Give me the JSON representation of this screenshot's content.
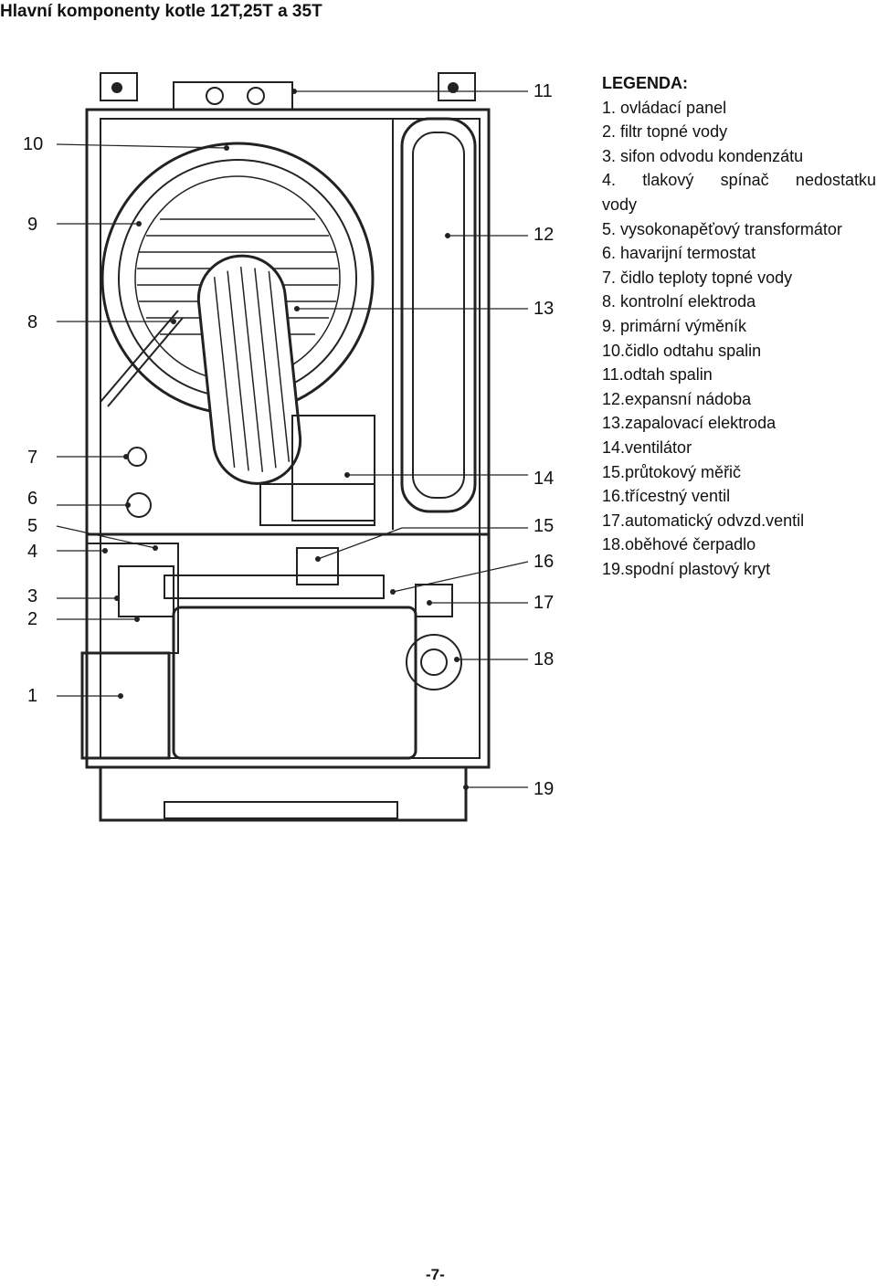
{
  "title": "Hlavní komponenty kotle 12T,25T a 35T",
  "legend": {
    "heading": "LEGENDA:",
    "items": [
      "1. ovládací panel",
      "2. filtr topné vody",
      "3. sifon odvodu kondenzátu",
      "4. tlakový spínač nedostatku",
      "vody",
      "5. vysokonapěťový transformátor",
      "6. havarijní termostat",
      "7. čidlo teploty topné vody",
      "8. kontrolní elektroda",
      "9. primární výměník",
      "10.čidlo odtahu spalin",
      "11.odtah spalin",
      "12.expansní nádoba",
      "13.zapalovací elektroda",
      "14.ventilátor",
      "15.průtokový měřič",
      "16.třícestný ventil",
      "17.automatický odvzd.ventil",
      "18.oběhové čerpadlo",
      "19.spodní plastový kryt"
    ]
  },
  "callouts": {
    "c1": "1",
    "c2": "2",
    "c3": "3",
    "c4": "4",
    "c5": "5",
    "c6": "6",
    "c7": "7",
    "c8": "8",
    "c9": "9",
    "c10": "10",
    "c11": "11",
    "c12": "12",
    "c13": "13",
    "c14": "14",
    "c15": "15",
    "c16": "16",
    "c17": "17",
    "c18": "18",
    "c19": "19"
  },
  "page_number": "-7-"
}
